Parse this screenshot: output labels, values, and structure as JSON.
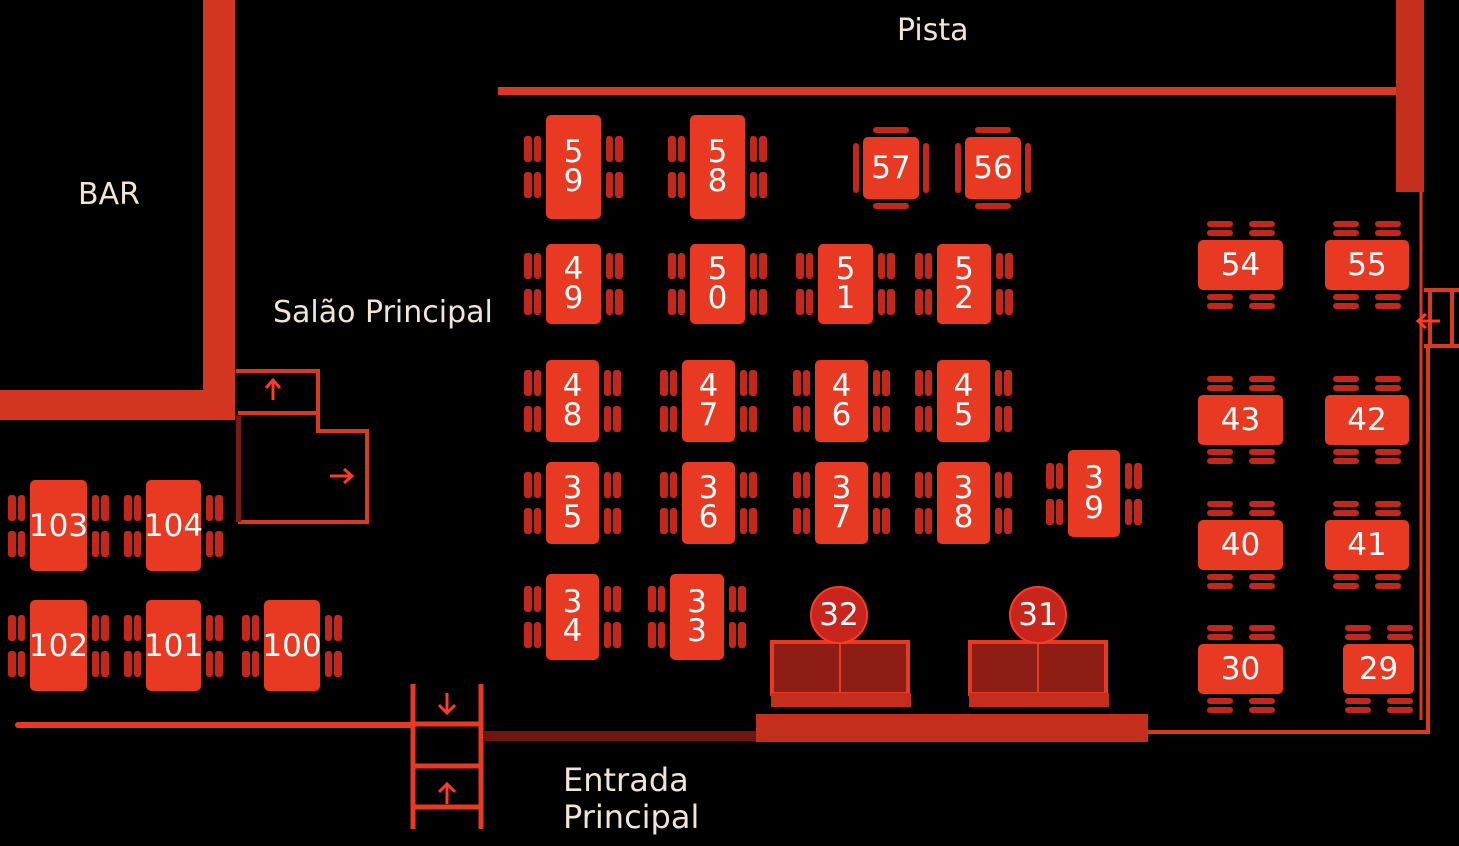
{
  "areas": {
    "bar": "BAR",
    "main_hall": "Salão Principal",
    "dance_floor": "Pista",
    "entrance": "Entrada\nPrincipal"
  },
  "colors": {
    "background": "#000000",
    "wall": "#d63a22",
    "table": "#e83a22",
    "chair": "#c3271c",
    "label": "#f3e4d8"
  },
  "icons": [
    "arrow-up-icon",
    "arrow-right-icon",
    "arrow-left-icon",
    "arrow-down-icon"
  ],
  "tables": {
    "t59": "5\n9",
    "t58": "5\n8",
    "t57": "57",
    "t56": "56",
    "t49": "4\n9",
    "t50": "5\n0",
    "t51": "5\n1",
    "t52": "5\n2",
    "t54": "54",
    "t55": "55",
    "t48": "4\n8",
    "t47": "4\n7",
    "t46": "4\n6",
    "t45": "4\n5",
    "t43": "43",
    "t42": "42",
    "t35": "3\n5",
    "t36": "3\n6",
    "t37": "3\n7",
    "t38": "3\n8",
    "t39": "3\n9",
    "t40": "40",
    "t41": "41",
    "t34": "3\n4",
    "t33": "3\n3",
    "t32": "32",
    "t31": "31",
    "t30": "30",
    "t29": "29",
    "t103": "103",
    "t104": "104",
    "t102": "102",
    "t101": "101",
    "t100": "100"
  }
}
